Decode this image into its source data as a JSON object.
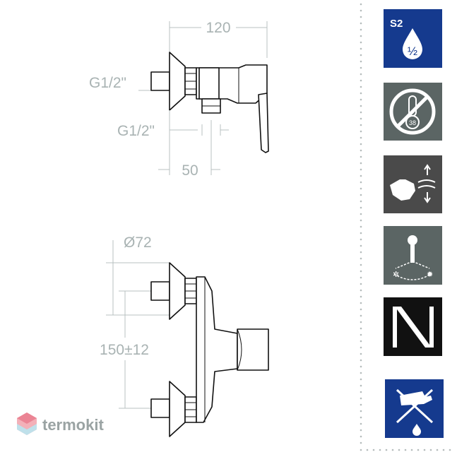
{
  "top_view": {
    "width_label": "120",
    "inlet_label": "G1/2\"",
    "outlet_label": "G1/2\"",
    "spacing_label": "50"
  },
  "front_view": {
    "diameter_label": "Ø72",
    "center_label": "150±12"
  },
  "badges": [
    {
      "name": "class-s2-badge",
      "text": "S2",
      "sub": "½",
      "color": "#153a8e"
    },
    {
      "name": "no-thermostat-badge",
      "sub": "38",
      "color": "#5b6564"
    },
    {
      "name": "handle-motion-badge",
      "color": "#4a4a4a"
    },
    {
      "name": "temperature-lever-badge",
      "color": "#5b6564"
    },
    {
      "name": "brand-logo-badge",
      "color": "#111111"
    },
    {
      "name": "no-abrasive-cleaning-badge",
      "color": "#153a8e"
    }
  ],
  "watermark": {
    "text": "termokit",
    "color": "#e6687a"
  }
}
